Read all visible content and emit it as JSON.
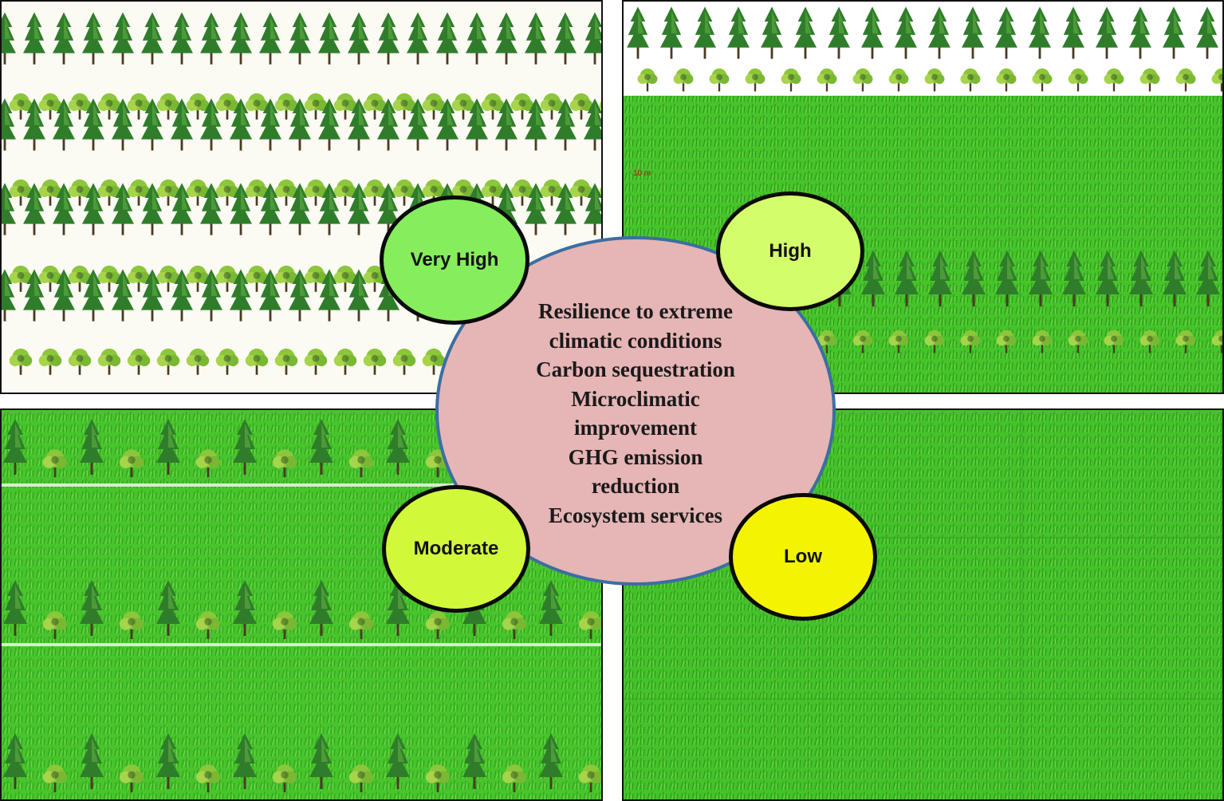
{
  "center": {
    "lines": [
      "Resilience to extreme",
      "climatic conditions",
      "Carbon sequestration",
      "Microclimatic",
      "improvement",
      "GHG emission",
      "reduction",
      "Ecosystem services"
    ]
  },
  "levels": {
    "very_high": "Very High",
    "high": "High",
    "moderate": "Moderate",
    "low": "Low"
  },
  "panels": {
    "top_right_scale_label": "10 m"
  },
  "colors": {
    "very_high": "#86ee5c",
    "high": "#d4fd6c",
    "moderate": "#d2f83a",
    "low": "#f4f400",
    "center_fill": "#e6b5b5",
    "center_border": "#3b6ea3",
    "crop_green": "#46c42a",
    "tree_dark": "#2f7d2a",
    "tree_light": "#8cc63a"
  },
  "icons": {
    "dense_trees": "conifer-tree-icon",
    "round_trees": "round-tree-icon",
    "crop_field": "crop-field-texture"
  }
}
